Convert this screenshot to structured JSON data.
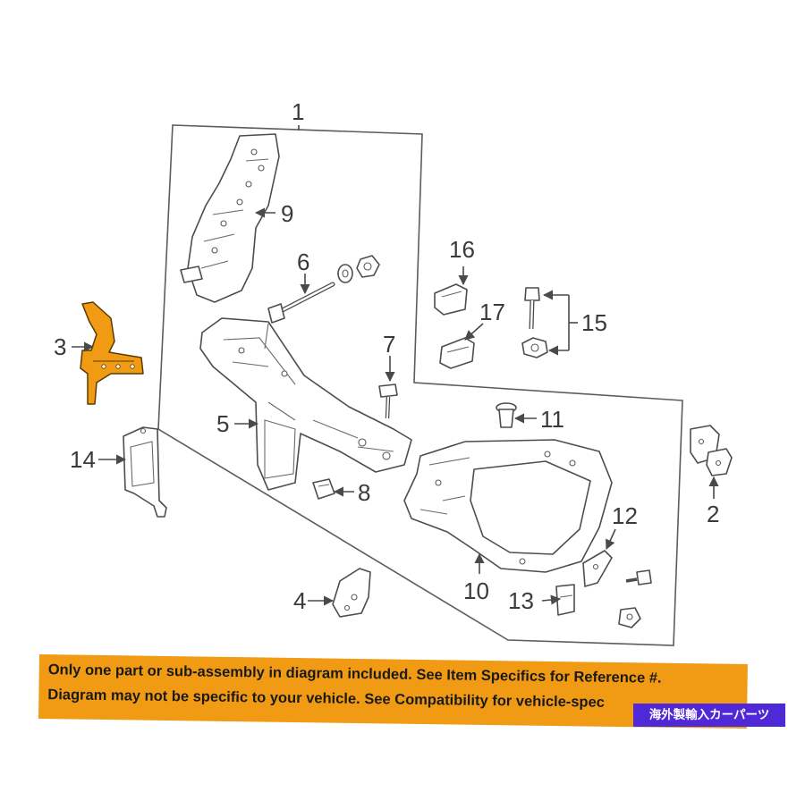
{
  "callouts": {
    "c1": "1",
    "c2": "2",
    "c3": "3",
    "c4": "4",
    "c5": "5",
    "c6": "6",
    "c7": "7",
    "c8": "8",
    "c9": "9",
    "c10": "10",
    "c11": "11",
    "c12": "12",
    "c13": "13",
    "c14": "14",
    "c15": "15",
    "c16": "16",
    "c17": "17"
  },
  "banner": {
    "line1": "Only one part or sub-assembly in diagram included. See Item Specifics for Reference #.",
    "line2": "Diagram may not be specific to your vehicle. See Compatibility for vehicle-spec",
    "badge": "海外製輸入カーパーツ"
  },
  "colors": {
    "highlight_part": "#f19a13",
    "banner_bg": "#f19a13",
    "badge_bg": "#4f28d8",
    "line_art": "#4d4d4d"
  }
}
